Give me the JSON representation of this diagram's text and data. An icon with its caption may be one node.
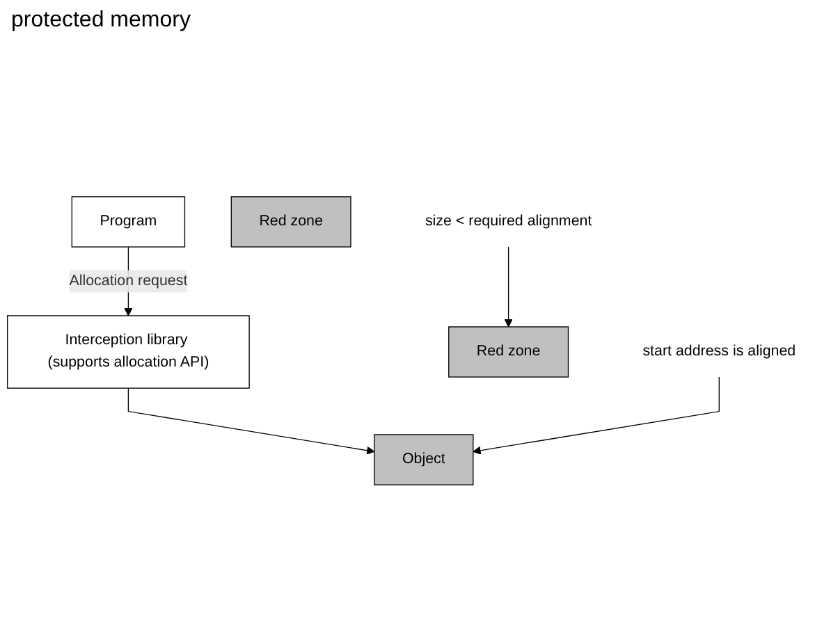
{
  "diagram": {
    "nodes": [
      {
        "text": [
          "Program"
        ]
      },
      {
        "text": [
          "Interception library (supports allocation API)"
        ]
      },
      {
        "text": [
          "Red zone"
        ]
      },
      {
        "text": [
          "Object"
        ]
      },
      {
        "text": [
          "Red zone"
        ]
      },
      {
        "text": [
          "start address is aligned"
        ]
      },
      {
        "text": [
          "size < required alignment"
        ]
      }
    ],
    "edges": [
      {
        "from": 0,
        "to": 1,
        "arrow": "to",
        "label": "Allocation request"
      },
      {
        "from": 1,
        "to": 3,
        "arrow": "to"
      },
      {
        "from": 5,
        "to": 3,
        "arrow": "to"
      },
      {
        "from": 6,
        "to": 4,
        "arrow": "to"
      }
    ],
    "labels": [
      "protected memory"
    ]
  }
}
